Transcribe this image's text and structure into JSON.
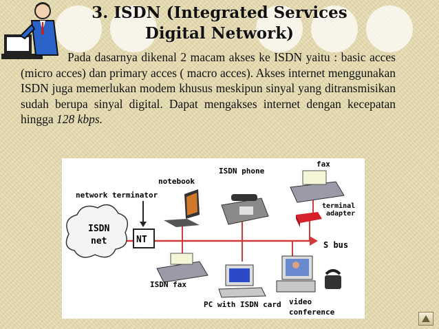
{
  "slide": {
    "title_line1": "3. ISDN (Integrated Services",
    "title_line2": "Digital Network)",
    "paragraph_main": "Pada dasarnya dikenal 2 macam akses ke ISDN yaitu : basic acces (micro acces) dan primary acces ( macro acces). Akses internet menggunakan ISDN juga memerlukan modem khusus meskipun sinyal yang ditransmisikan sudah berupa sinyal digital. Dapat mengakses internet dengan kecepatan hingga ",
    "paragraph_speed": "128 kbps."
  },
  "diagram": {
    "labels": {
      "fax": "fax",
      "isdn_phone": "ISDN phone",
      "notebook": "notebook",
      "network_terminator": "network terminator",
      "terminal_adapter_1": "terminal",
      "terminal_adapter_2": "adapter",
      "isdn_net_1": "ISDN",
      "isdn_net_2": "net",
      "nt": "NT",
      "s_bus": "S bus",
      "isdn_fax": "ISDN fax",
      "pc_card": "PC with ISDN card",
      "video_1": "video",
      "video_2": "conference"
    }
  },
  "icons": {
    "presenter": "presenter-at-computer-icon",
    "nav": "next-slide-icon"
  },
  "colors": {
    "background": "#e7dcb0",
    "bus_line": "#d23a3a",
    "adapter": "#d8202a"
  }
}
